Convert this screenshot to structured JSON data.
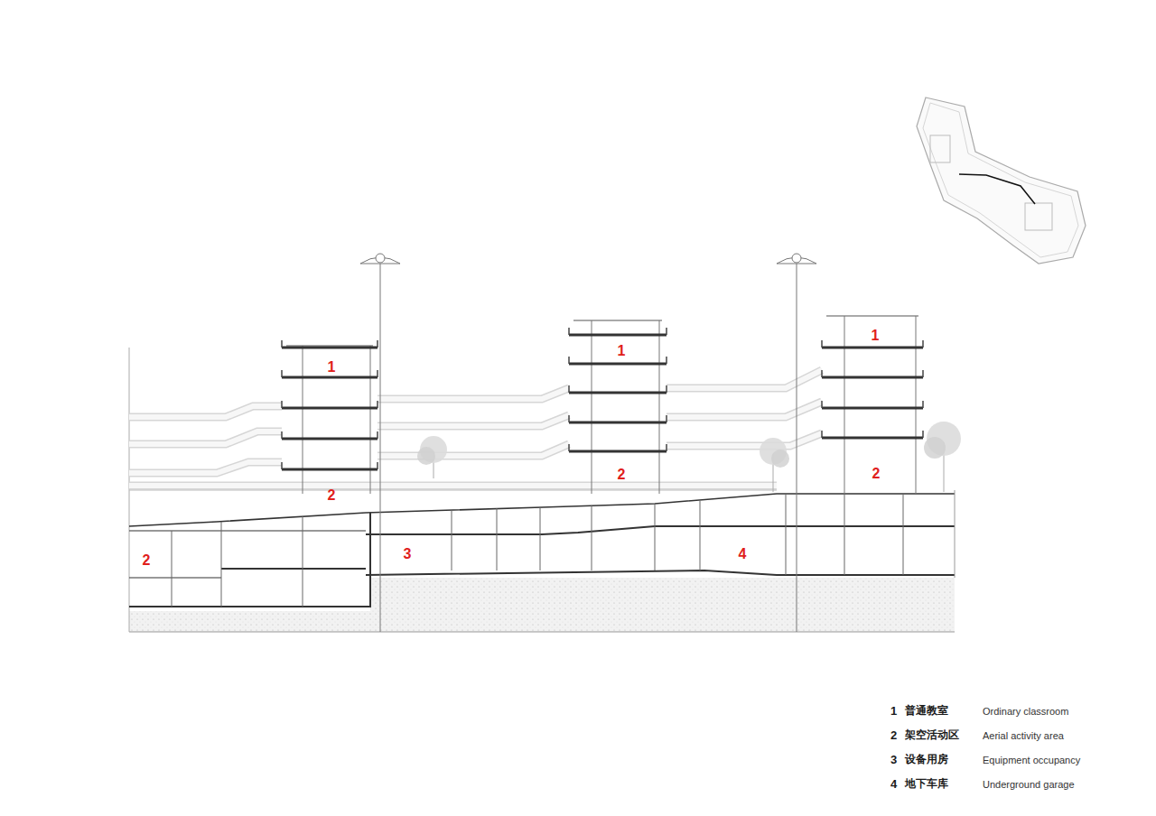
{
  "diagram": {
    "labels": [
      "1",
      "1",
      "1",
      "2",
      "2",
      "2",
      "2",
      "3",
      "4",
      "1",
      "普通教室",
      "Ordinary classroom",
      "2",
      "架空活动区",
      "Aerial activity area",
      "3",
      "设备用房",
      "Equipment occupancy",
      "4",
      "地下车库",
      "Underground garage"
    ]
  }
}
